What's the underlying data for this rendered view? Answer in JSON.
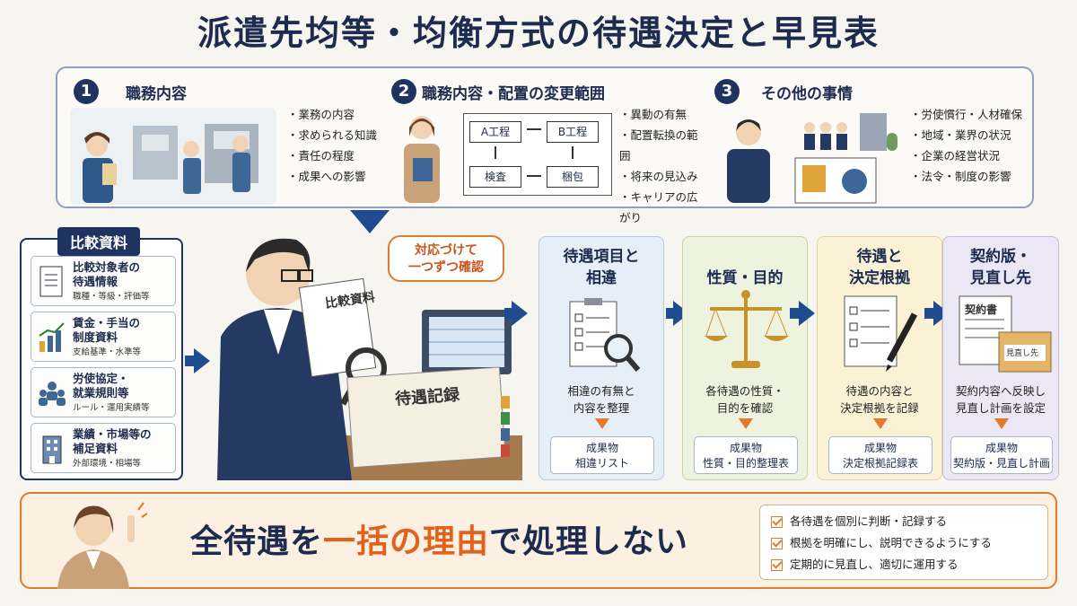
{
  "title": "派遣先均等・均衡方式の待遇決定と早見表",
  "factors": [
    {
      "num": "1",
      "title": "職務内容",
      "items": [
        "業務の内容",
        "求められる知識",
        "責任の程度",
        "成果への影響"
      ]
    },
    {
      "num": "2",
      "title": "職務内容・配置の変更範囲",
      "items": [
        "異動の有無",
        "配置転換の範囲",
        "将来の見込み",
        "キャリアの広がり"
      ],
      "flow": {
        "a": "A工程",
        "b": "B工程",
        "c": "検査",
        "d": "梱包"
      }
    },
    {
      "num": "3",
      "title": "その他の事情",
      "items": [
        "労使慣行・人材確保",
        "地域・業界の状況",
        "企業の経営状況",
        "法令・制度の影響"
      ]
    }
  ],
  "compare": {
    "heading": "比較資料",
    "items": [
      {
        "title1": "比較対象者の",
        "title2": "待遇情報",
        "sub": "職種・等級・評価等"
      },
      {
        "title1": "賃金・手当の",
        "title2": "制度資料",
        "sub": "支給基準・水準等"
      },
      {
        "title1": "労使協定・",
        "title2": "就業規則等",
        "sub": "ルール・運用実績等"
      },
      {
        "title1": "業績・市場等の",
        "title2": "補足資料",
        "sub": "外部環境・相場等"
      }
    ]
  },
  "worker": {
    "bubble1": "対応づけて",
    "bubble2": "一つずつ確認",
    "paper_label": "比較資料",
    "binder_label": "待遇記録"
  },
  "steps": [
    {
      "t1": "待遇項目と",
      "t2": "相違",
      "d1": "相違の有無と",
      "d2": "内容を整理",
      "r1": "成果物",
      "r2": "相違リスト",
      "bg": "#e6eef8",
      "border": "#b7c9e2"
    },
    {
      "t1": "",
      "t2": "性質・目的",
      "d1": "各待遇の性質・",
      "d2": "目的を確認",
      "r1": "成果物",
      "r2": "性質・目的整理表",
      "bg": "#eef3df",
      "border": "#c7d4a4"
    },
    {
      "t1": "待遇と",
      "t2": "決定根拠",
      "d1": "待遇の内容と",
      "d2": "決定根拠を記録",
      "r1": "成果物",
      "r2": "決定根拠記録表",
      "bg": "#fbf2d6",
      "border": "#e7d39a"
    },
    {
      "t1": "契約版・",
      "t2": "見直し先",
      "d1": "契約内容へ反映し",
      "d2": "見直し計画を設定",
      "r1": "成果物",
      "r2": "契約版・見直し計画",
      "bg": "#ece7f4",
      "border": "#c9bddd",
      "doc_label": "契約書",
      "folder_label": "見直し先"
    }
  ],
  "bottom": {
    "slogan_a": "全待遇を",
    "slogan_b": "一括の理由",
    "slogan_c": "で処理しない",
    "checks": [
      "各待遇を個別に判断・記録する",
      "根拠を明確にし、説明できるようにする",
      "定期的に見直し、適切に運用する"
    ]
  },
  "colors": {
    "navy": "#1f3360",
    "arrow": "#1f4c8f",
    "accent": "#e07a2c"
  }
}
